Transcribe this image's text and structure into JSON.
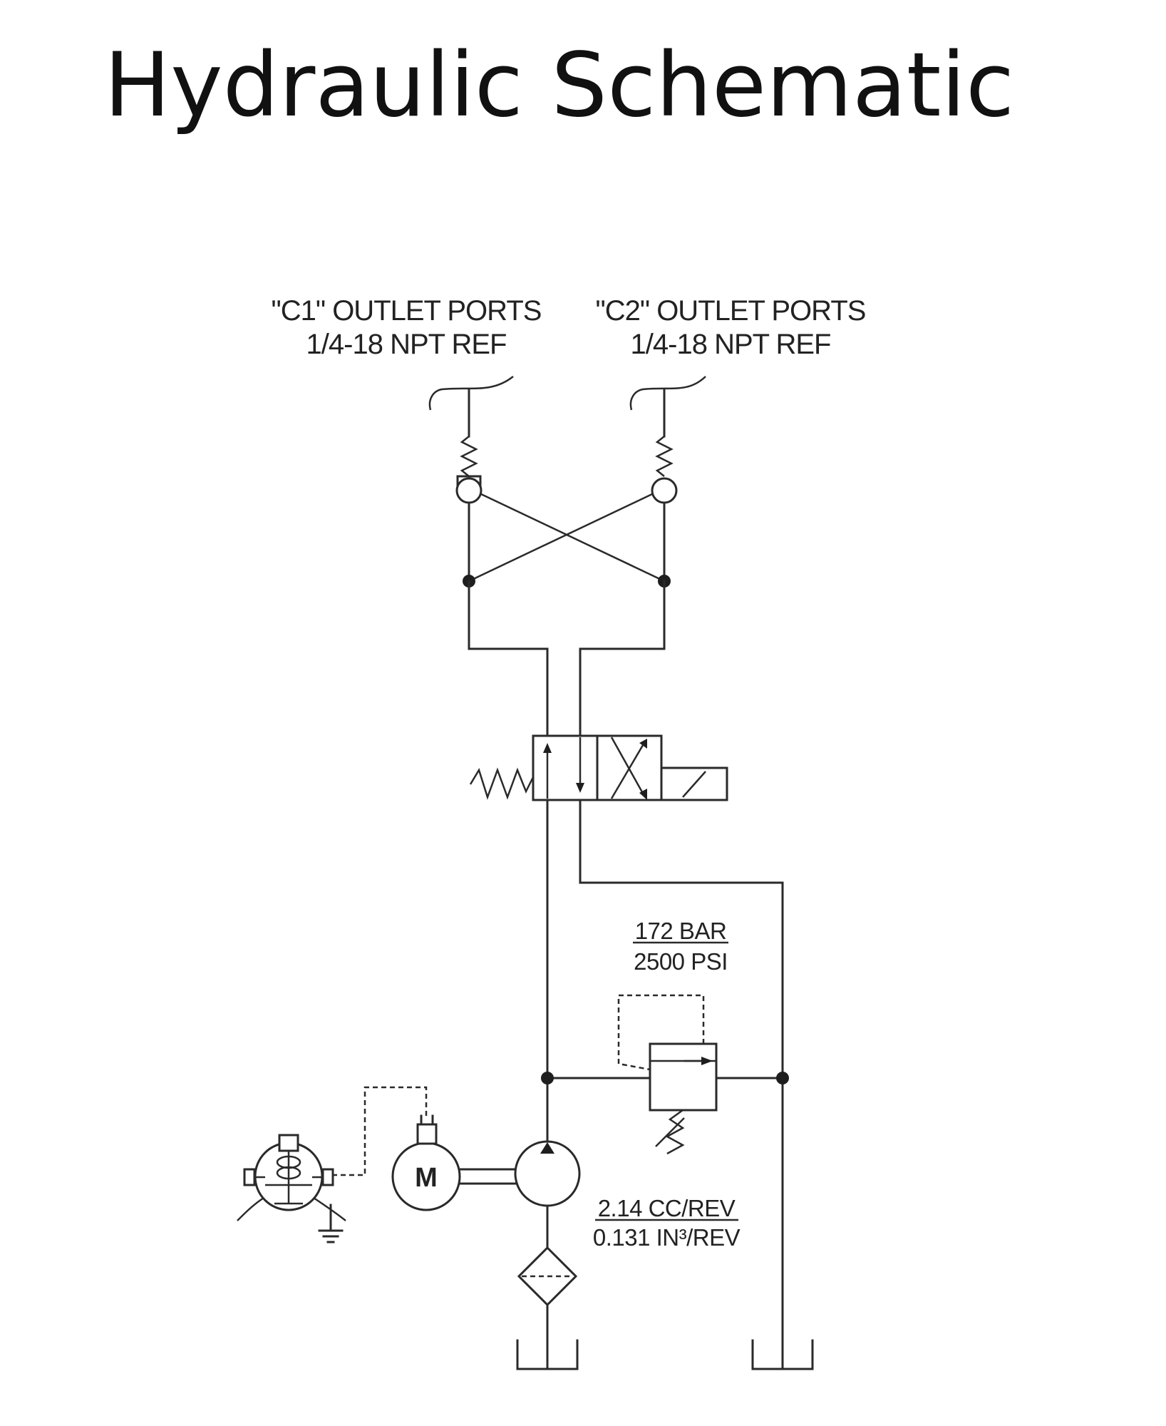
{
  "title": "Hydraulic Schematic",
  "ports": {
    "c1": {
      "line1": "\"C1\" OUTLET PORTS",
      "line2": "1/4-18 NPT REF"
    },
    "c2": {
      "line1": "\"C2\" OUTLET PORTS",
      "line2": "1/4-18 NPT REF"
    }
  },
  "relief_valve": {
    "pressure_bar": "172 BAR",
    "pressure_psi": "2500 PSI"
  },
  "pump": {
    "displacement_cc": "2.14 CC/REV",
    "displacement_in": "0.131 IN³/REV"
  },
  "motor": {
    "letter": "M"
  }
}
